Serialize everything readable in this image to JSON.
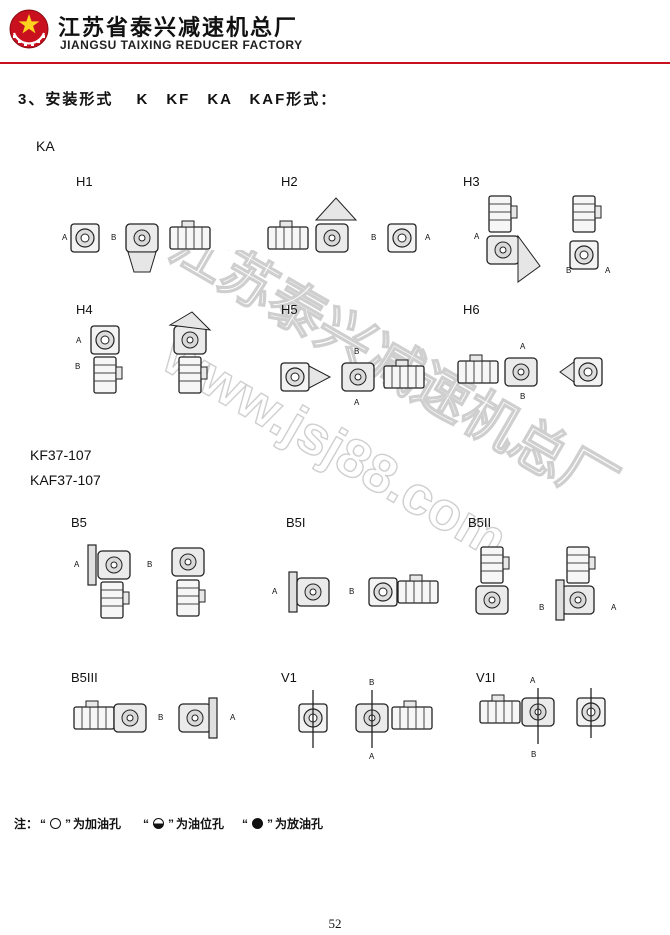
{
  "header": {
    "company_cn": "江苏省泰兴减速机总厂",
    "company_en": "JIANGSU TAIXING REDUCER FACTORY"
  },
  "section_title": "3、安装形式　 K　KF　KA　KAF形式：",
  "groups": {
    "ka": {
      "label": "KA"
    },
    "kf": {
      "label_1": "KF37-107",
      "label_2": "KAF37-107"
    }
  },
  "positions": {
    "h1": "H1",
    "h2": "H2",
    "h3": "H3",
    "h4": "H4",
    "h5": "H5",
    "h6": "H6",
    "b5": "B5",
    "b5i": "B5I",
    "b5ii": "B5II",
    "b5iii": "B5III",
    "v1": "V1",
    "v1i": "V1I"
  },
  "side_labels": {
    "a": "A",
    "b": "B"
  },
  "note": {
    "prefix": "注：",
    "fill_hole": "为加油孔",
    "level_hole": "为油位孔",
    "drain_hole": "为放油孔"
  },
  "watermark": {
    "name": "江苏泰兴减速机总厂",
    "url": "www.jsj88.com"
  },
  "page_number": "52",
  "colors": {
    "rule": "#c8101e",
    "logo_red": "#c8101e",
    "watermark": "#d8d8d8"
  }
}
